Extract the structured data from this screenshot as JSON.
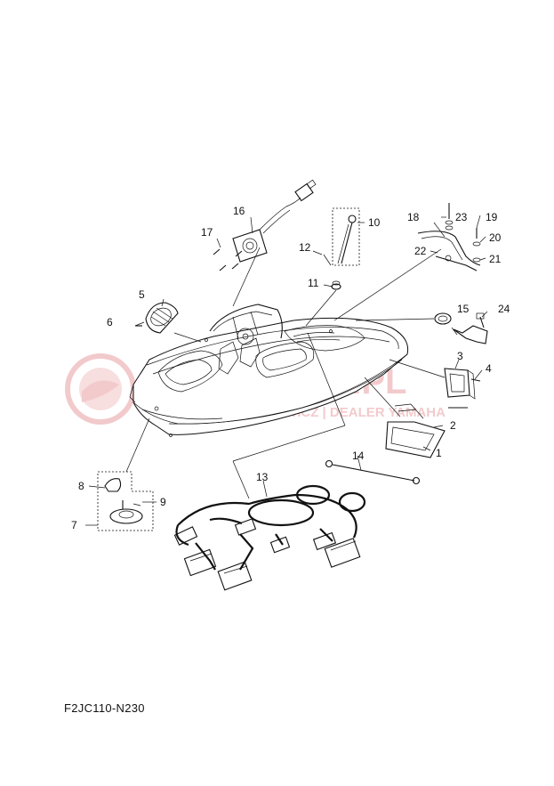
{
  "diagram_code": "F2JC110-N230",
  "watermark": {
    "line1": "SKUTERY.PL",
    "line2": "JACEK PACHOWICZ | DEALER YAMAHA",
    "color": "#e8a0a4"
  },
  "callouts": [
    "1",
    "2",
    "3",
    "4",
    "5",
    "6",
    "7",
    "8",
    "9",
    "10",
    "11",
    "12",
    "13",
    "14",
    "15",
    "16",
    "17",
    "18",
    "19",
    "20",
    "21",
    "22",
    "23",
    "24"
  ]
}
